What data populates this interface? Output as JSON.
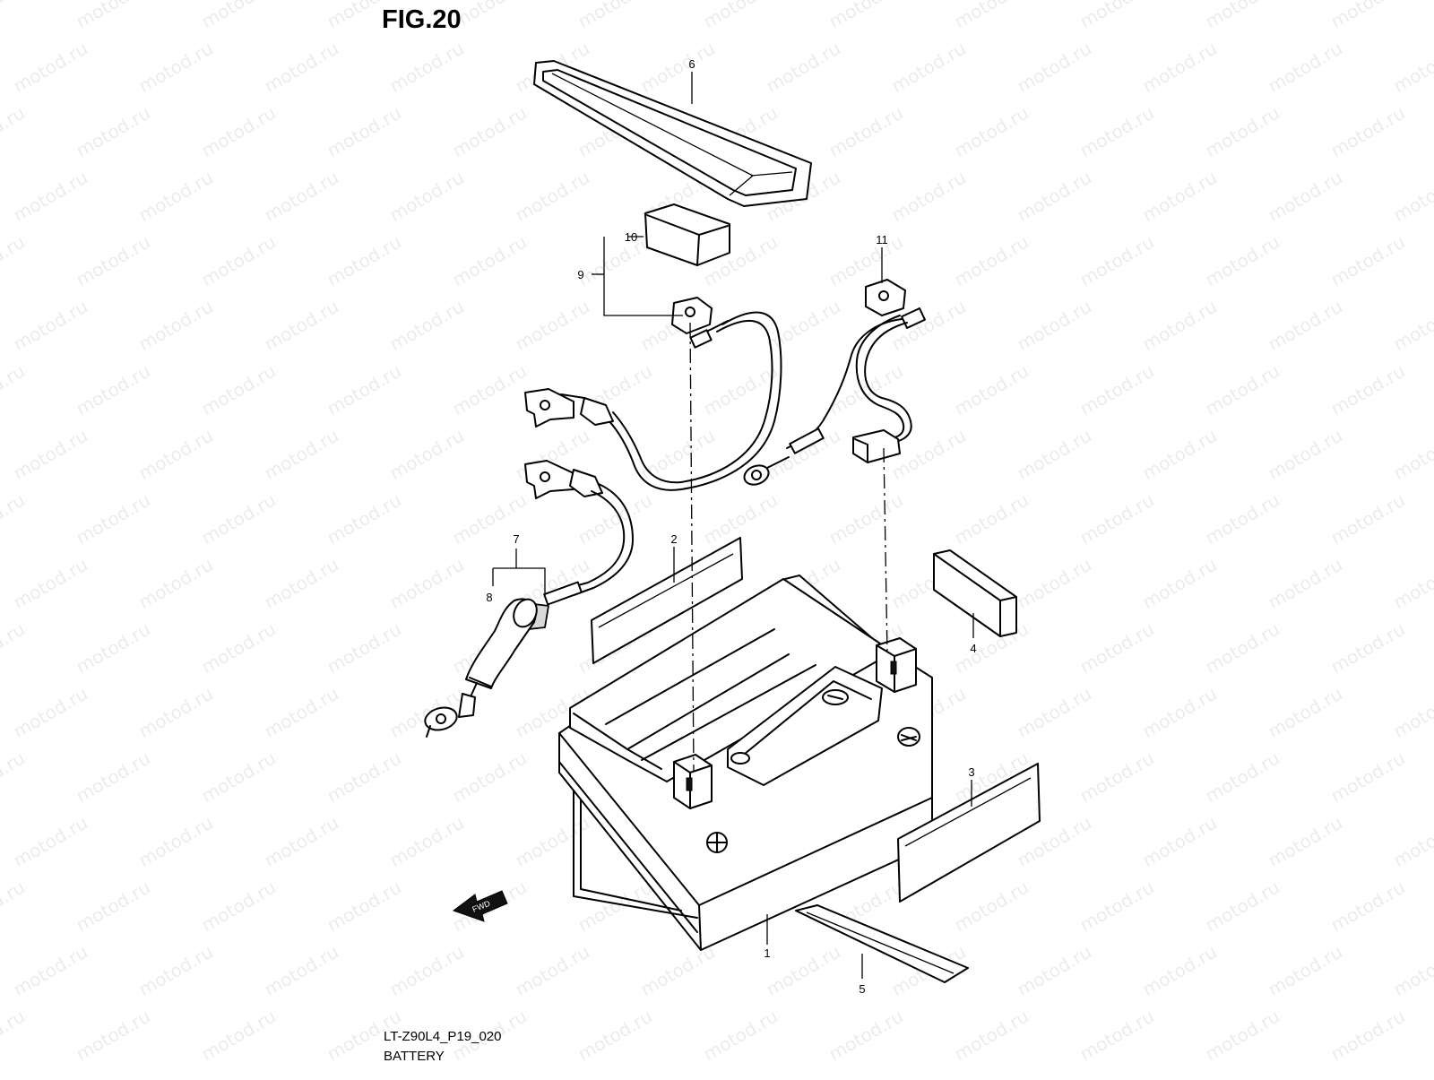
{
  "figure": {
    "title": "FIG.20",
    "code": "LT-Z90L4_P19_020",
    "name": "BATTERY"
  },
  "watermark": {
    "text": "motod.ru"
  },
  "arrow": {
    "label": "FWD"
  },
  "callouts": [
    "1",
    "2",
    "3",
    "4",
    "5",
    "6",
    "7",
    "8",
    "9",
    "10",
    "11"
  ],
  "colors": {
    "ink": "#000000",
    "label_fill": "#d9d9d9",
    "background": "#ffffff"
  }
}
